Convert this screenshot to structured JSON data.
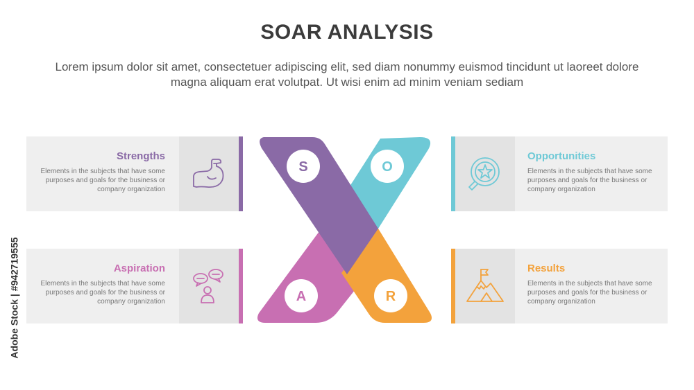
{
  "title": "SOAR ANALYSIS",
  "subtitle": "Lorem ipsum dolor sit amet, consectetuer adipiscing elit, sed diam nonummy euismod tincidunt ut laoreet dolore magna aliquam erat volutpat. Ut wisi enim ad minim veniam sediam",
  "colors": {
    "strengths": "#8a6aa6",
    "opportunities": "#6ec9d6",
    "aspiration": "#c86fb2",
    "results": "#f3a23c"
  },
  "cards": {
    "strengths": {
      "heading": "Strengths",
      "desc": "Elements in the subjects that have some purposes and goals for the business or company organization",
      "icon": "flexed-arm-icon"
    },
    "opportunities": {
      "heading": "Opportunities",
      "desc": "Elements in the subjects that have some purposes and goals for the business or company organization",
      "icon": "magnifier-star-icon"
    },
    "aspiration": {
      "heading": "Aspiration",
      "desc": "Elements in the subjects that have some purposes and goals for the business or company organization",
      "icon": "person-speech-bubbles-icon"
    },
    "results": {
      "heading": "Results",
      "desc": "Elements in the subjects that have some purposes and goals for the business or company organization",
      "icon": "mountain-flag-icon"
    }
  },
  "letters": {
    "s": "S",
    "o": "O",
    "a": "A",
    "r": "R"
  },
  "watermark": "Adobe Stock | #942719555"
}
